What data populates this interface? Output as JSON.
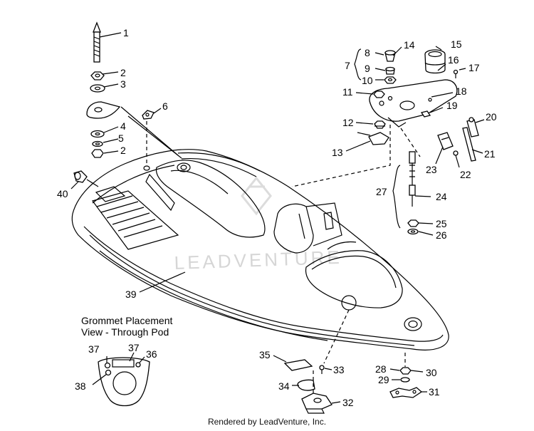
{
  "grommet_caption": {
    "line1": "Grommet Placement",
    "line2": "View - Through Pod"
  },
  "footer": "Rendered by LeadVenture, Inc.",
  "watermark": "LEADVENTURE",
  "callouts": [
    {
      "id": "1",
      "label": "1"
    },
    {
      "id": "2a",
      "label": "2"
    },
    {
      "id": "3",
      "label": "3"
    },
    {
      "id": "4",
      "label": "4"
    },
    {
      "id": "5",
      "label": "5"
    },
    {
      "id": "2b",
      "label": "2"
    },
    {
      "id": "6",
      "label": "6"
    },
    {
      "id": "7",
      "label": "7"
    },
    {
      "id": "8",
      "label": "8"
    },
    {
      "id": "9",
      "label": "9"
    },
    {
      "id": "10",
      "label": "10"
    },
    {
      "id": "11",
      "label": "11"
    },
    {
      "id": "12",
      "label": "12"
    },
    {
      "id": "13",
      "label": "13"
    },
    {
      "id": "14",
      "label": "14"
    },
    {
      "id": "15",
      "label": "15"
    },
    {
      "id": "16",
      "label": "16"
    },
    {
      "id": "17",
      "label": "17"
    },
    {
      "id": "18",
      "label": "18"
    },
    {
      "id": "19",
      "label": "19"
    },
    {
      "id": "20",
      "label": "20"
    },
    {
      "id": "21",
      "label": "21"
    },
    {
      "id": "22",
      "label": "22"
    },
    {
      "id": "23",
      "label": "23"
    },
    {
      "id": "24",
      "label": "24"
    },
    {
      "id": "25",
      "label": "25"
    },
    {
      "id": "26",
      "label": "26"
    },
    {
      "id": "27",
      "label": "27"
    },
    {
      "id": "28",
      "label": "28"
    },
    {
      "id": "29",
      "label": "29"
    },
    {
      "id": "30",
      "label": "30"
    },
    {
      "id": "31",
      "label": "31"
    },
    {
      "id": "32",
      "label": "32"
    },
    {
      "id": "33",
      "label": "33"
    },
    {
      "id": "34",
      "label": "34"
    },
    {
      "id": "35",
      "label": "35"
    },
    {
      "id": "36",
      "label": "36"
    },
    {
      "id": "37a",
      "label": "37"
    },
    {
      "id": "37b",
      "label": "37"
    },
    {
      "id": "38",
      "label": "38"
    },
    {
      "id": "39",
      "label": "39"
    },
    {
      "id": "40",
      "label": "40"
    }
  ]
}
